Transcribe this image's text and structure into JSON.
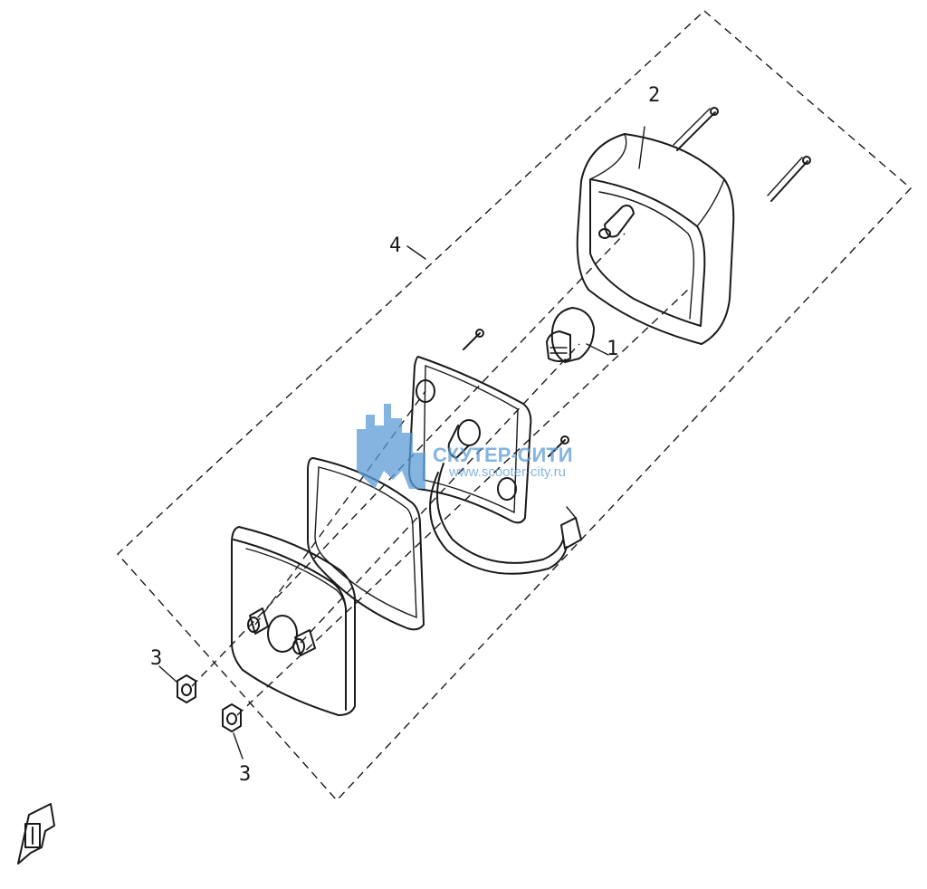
{
  "callouts": {
    "bulb": "1",
    "housing": "2",
    "nut_left": "3",
    "nut_right": "3",
    "assembly": "4"
  },
  "watermark": {
    "brand": "СКУТЕР-СИТИ",
    "url": "www.scooter-city.ru",
    "color": "#5b9bd5"
  },
  "icons": [
    "direction-arrow-icon"
  ]
}
